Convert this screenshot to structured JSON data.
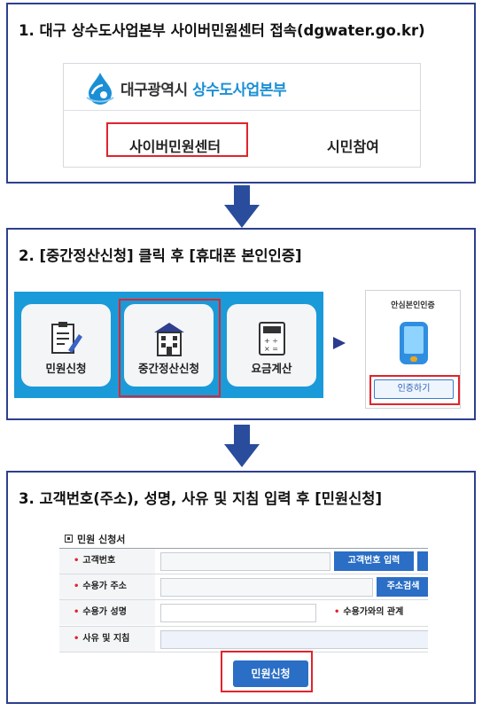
{
  "step1": {
    "title": "1. 대구 상수도사업본부 사이버민원센터 접속(dgwater.go.kr)",
    "logo_prefix": "대구광역시",
    "logo_highlight": "상수도사업본부",
    "nav": [
      "사이버민원센터",
      "시민참여"
    ]
  },
  "step2": {
    "title": "2. [중간정산신청] 클릭 후 [휴대폰 본인인증]",
    "tiles": [
      "민원신청",
      "중간정산신청",
      "요금계산"
    ],
    "auth_title": "안심본인인증",
    "auth_button": "인증하기"
  },
  "step3": {
    "title": "3. 고객번호(주소), 성명, 사유 및 지침 입력 후 [민원신청]",
    "form_title": "민원 신청서",
    "rows": [
      {
        "label": "고객번호",
        "button": "고객번호 입력"
      },
      {
        "label": "수용가 주소",
        "button": "주소검색"
      },
      {
        "label": "수용가 성명",
        "label2": "수용가와의 관계"
      },
      {
        "label": "사유 및 지침"
      }
    ],
    "submit": "민원신청"
  },
  "colors": {
    "frame": "#2d3f8e",
    "highlight": "#e0242c",
    "band": "#1a9ad9",
    "button": "#2a6ec6"
  },
  "icons": [
    "water-drop-logo-icon",
    "clipboard-pen-icon",
    "building-icon",
    "calculator-icon",
    "play-arrow-icon",
    "smartphone-icon",
    "down-arrow-icon"
  ]
}
